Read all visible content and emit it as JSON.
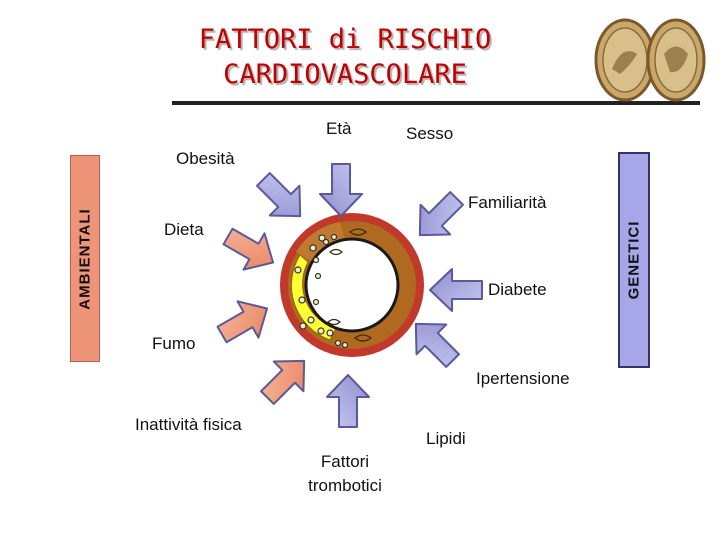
{
  "title": "FATTORI di RISCHIO CARDIOVASCOLARE",
  "side_labels": {
    "left": "AMBIENTALI",
    "right": "GENETICI"
  },
  "factors": {
    "eta": "Età",
    "sesso": "Sesso",
    "obesita": "Obesità",
    "familiarita": "Familiarità",
    "dieta": "Dieta",
    "diabete": "Diabete",
    "fumo": "Fumo",
    "ipertensione": "Ipertensione",
    "inattivita": "Inattività fisica",
    "fattori_line1": "Fattori",
    "fattori_line2": "trombotici",
    "lipidi": "Lipidi"
  },
  "colors": {
    "title": "#c00000",
    "arrow_fill": "#a7a7e0",
    "arrow_stroke": "#5a5a9a",
    "left_bar": "#ee9478",
    "right_bar": "#a6a6e8",
    "vessel_outer": "#c0392b",
    "vessel_wall": "#b0651f",
    "plaque": "#ffff33"
  },
  "icons": [
    "coin-image"
  ]
}
